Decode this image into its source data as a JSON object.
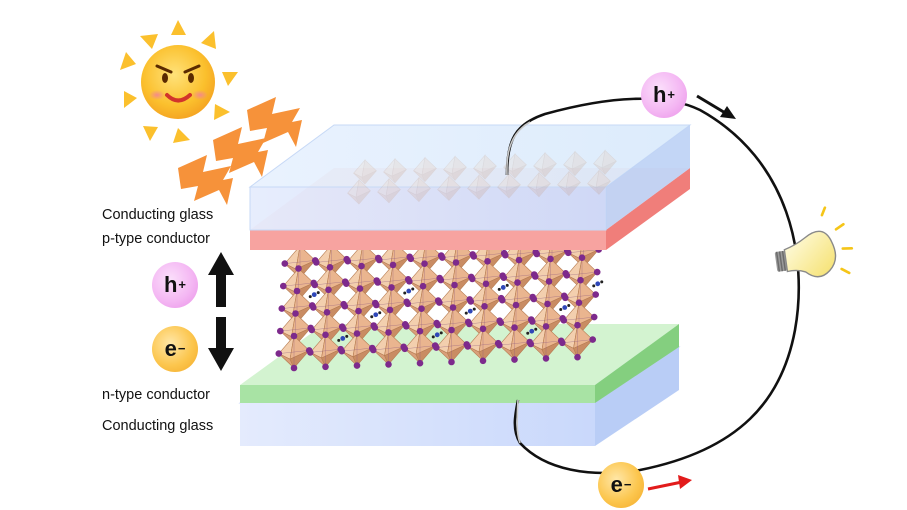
{
  "labels": {
    "top_glass": "Conducting glass",
    "p_type": "p-type conductor",
    "n_type": "n-type conductor",
    "bottom_glass": "Conducting glass"
  },
  "carriers": {
    "hole": {
      "symbol": "h",
      "charge": "+"
    },
    "electron": {
      "symbol": "e",
      "charge": "−"
    }
  },
  "colors": {
    "glass": "#cfdcfb",
    "p_layer": "#f7a3a0",
    "n_layer": "#a3e3a0",
    "octahedra": "#eab58f",
    "halide_atom": "#7d2a8c",
    "sun": "#fbc02d",
    "light_rays": "#f6923a",
    "hole_bubble": "#f4b7f3",
    "electron_bubble": "#fcc64e",
    "electron_arrow": "#e21b1b",
    "wire": "#111111"
  },
  "icons": [
    "sun-icon",
    "light-ray-icon",
    "light-bulb-icon",
    "arrow-up-icon",
    "arrow-down-icon"
  ]
}
